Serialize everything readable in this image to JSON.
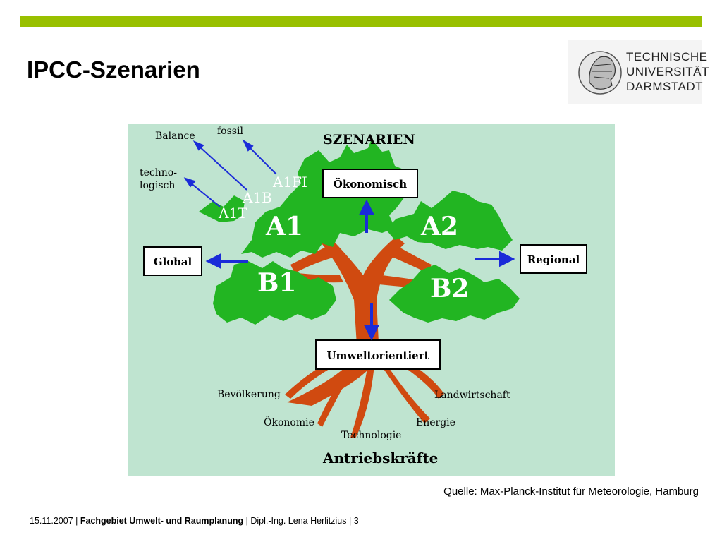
{
  "slide": {
    "title": "IPCC-Szenarien",
    "source": "Quelle: Max-Planck-Institut für Meteorologie, Hamburg"
  },
  "logo": {
    "lines": [
      "TECHNISCHE",
      "UNIVERSITÄT",
      "DARMSTADT"
    ]
  },
  "diagram": {
    "heading": "SZENARIEN",
    "scenarios": [
      "A1",
      "A2",
      "B1",
      "B2"
    ],
    "a1_variants": [
      "A1FI",
      "A1B",
      "A1T"
    ],
    "branch_labels": [
      "fossil",
      "Balance",
      "techno-",
      "logisch"
    ],
    "axes": {
      "top": "Ökonomisch",
      "left": "Global",
      "right": "Regional",
      "bottom": "Umweltorientiert"
    },
    "roots": [
      "Bevölkerung",
      "Ökonomie",
      "Technologie",
      "Energie",
      "Landwirtschaft"
    ],
    "roots_title": "Antriebskräfte"
  },
  "footer": {
    "date": "15.11.2007",
    "department": "Fachgebiet Umwelt- und Raumplanung",
    "author": "Dipl.-Ing. Lena Herlitzius",
    "page": "3"
  },
  "colors": {
    "accent_bar": "#99c000",
    "diagram_bg": "#bfe4d0",
    "foliage": "#22b522",
    "trunk": "#d04a10",
    "arrow": "#1a2bd8"
  }
}
